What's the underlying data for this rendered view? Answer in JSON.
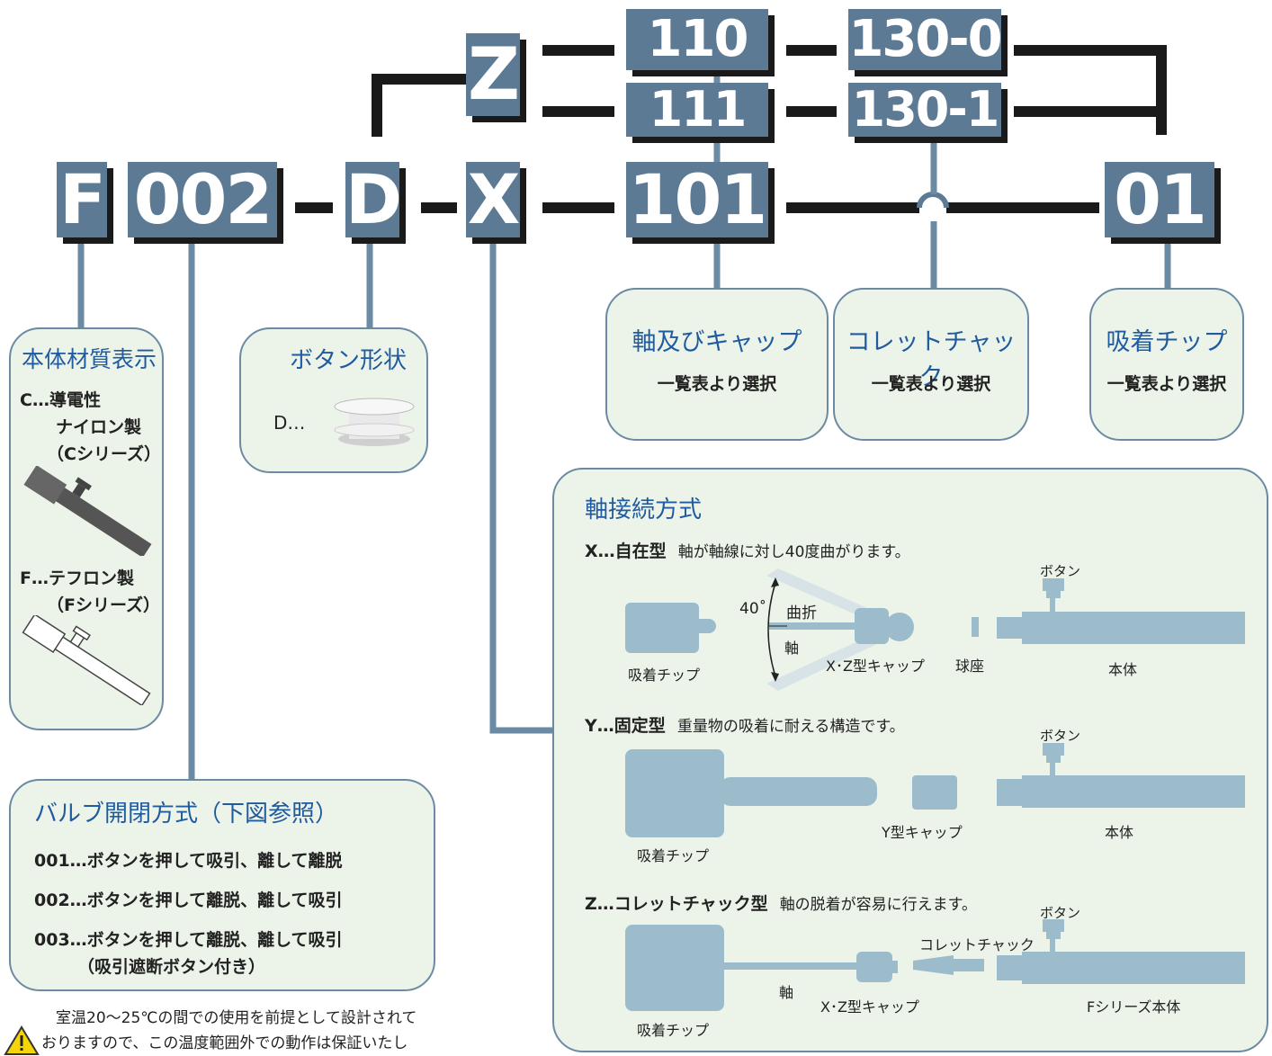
{
  "codes": {
    "f": "F",
    "valve": "002",
    "button": "D",
    "x": "X",
    "z": "Z",
    "shaft_101": "101",
    "shaft_110": "110",
    "shaft_111": "111",
    "collet_0": "130-0",
    "collet_1": "130-1",
    "tip": "01"
  },
  "material": {
    "title": "本体材質表示",
    "c_line1": "C…導電性",
    "c_line2": "ナイロン製",
    "c_line3": "（Cシリーズ）",
    "f_line1": "F…テフロン製",
    "f_line2": "（Fシリーズ）"
  },
  "button_shape": {
    "title": "ボタン形状",
    "d_label": "D…"
  },
  "shaft_cap": {
    "title": "軸及びキャップ",
    "sub": "一覧表より選択"
  },
  "collet": {
    "title": "コレットチャック",
    "sub": "一覧表より選択"
  },
  "tip": {
    "title": "吸着チップ",
    "sub": "一覧表より選択"
  },
  "valve": {
    "title": "バルブ開閉方式（下図参照）",
    "items": [
      "001…ボタンを押して吸引、離して離脱",
      "002…ボタンを押して離脱、離して吸引",
      "003…ボタンを押して離脱、離して吸引"
    ],
    "item3_note": "（吸引遮断ボタン付き）"
  },
  "notice": {
    "line1": "室温20〜25℃の間での使用を前提として設計されて",
    "line2": "おりますので、この温度範囲外での動作は保証いたし"
  },
  "connection": {
    "title": "軸接続方式",
    "x_head": "X…自在型",
    "x_desc": "軸が軸線に対し40度曲がります。",
    "y_head": "Y…固定型",
    "y_desc": "重量物の吸着に耐える構造です。",
    "z_head": "Z…コレットチャック型",
    "z_desc": "軸の脱着が容易に行えます。",
    "labels": {
      "button": "ボタン",
      "angle": "40˚",
      "bend": "曲折",
      "shaft": "軸",
      "tip": "吸着チップ",
      "xz_cap": "X･Z型キャップ",
      "ball_seat": "球座",
      "body": "本体",
      "y_cap": "Y型キャップ",
      "collet": "コレットチャック",
      "f_body": "Fシリーズ本体"
    }
  },
  "colors": {
    "code_bg": "#5d7a95",
    "line": "#6b8aa3",
    "box_bg": "#ecf4ea",
    "title_blue": "#1f5b9e",
    "part": "#9dbccb"
  }
}
